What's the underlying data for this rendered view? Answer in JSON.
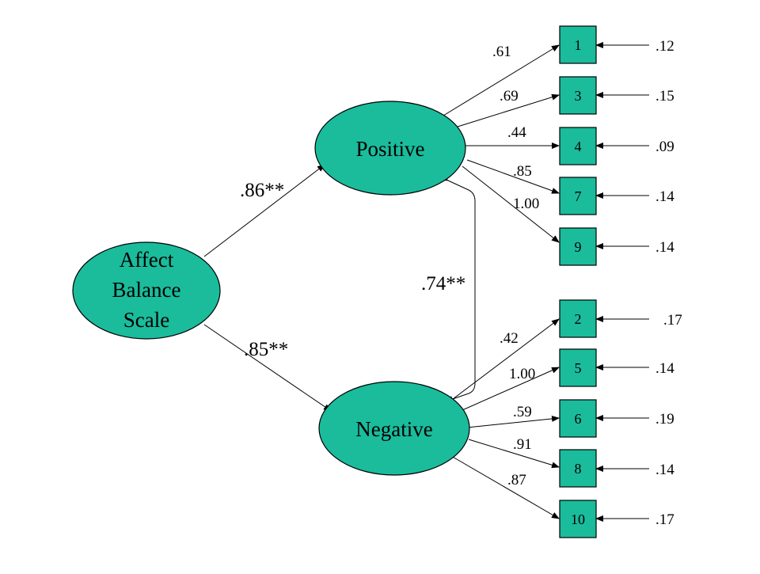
{
  "nodes": {
    "affect": {
      "lines": [
        "Affect",
        "Balance",
        "Scale"
      ]
    },
    "positive": {
      "label": "Positive"
    },
    "negative": {
      "label": "Negative"
    }
  },
  "structural": {
    "affect_to_positive": ".86**",
    "affect_to_negative": ".85**",
    "positive_negative_correlation": ".74**"
  },
  "positive_items": [
    {
      "item": "1",
      "loading": ".61",
      "error": ".12"
    },
    {
      "item": "3",
      "loading": ".69",
      "error": ".15"
    },
    {
      "item": "4",
      "loading": ".44",
      "error": ".09"
    },
    {
      "item": "7",
      "loading": ".85",
      "error": ".14"
    },
    {
      "item": "9",
      "loading": "1.00",
      "error": ".14"
    }
  ],
  "negative_items": [
    {
      "item": "2",
      "loading": ".42",
      "error": ".17"
    },
    {
      "item": "5",
      "loading": "1.00",
      "error": ".14"
    },
    {
      "item": "6",
      "loading": ".59",
      "error": ".19"
    },
    {
      "item": "8",
      "loading": ".91",
      "error": ".14"
    },
    {
      "item": "10",
      "loading": ".87",
      "error": ".17"
    }
  ],
  "colors": {
    "node_fill": "#1abc9c",
    "stroke": "#000000"
  }
}
